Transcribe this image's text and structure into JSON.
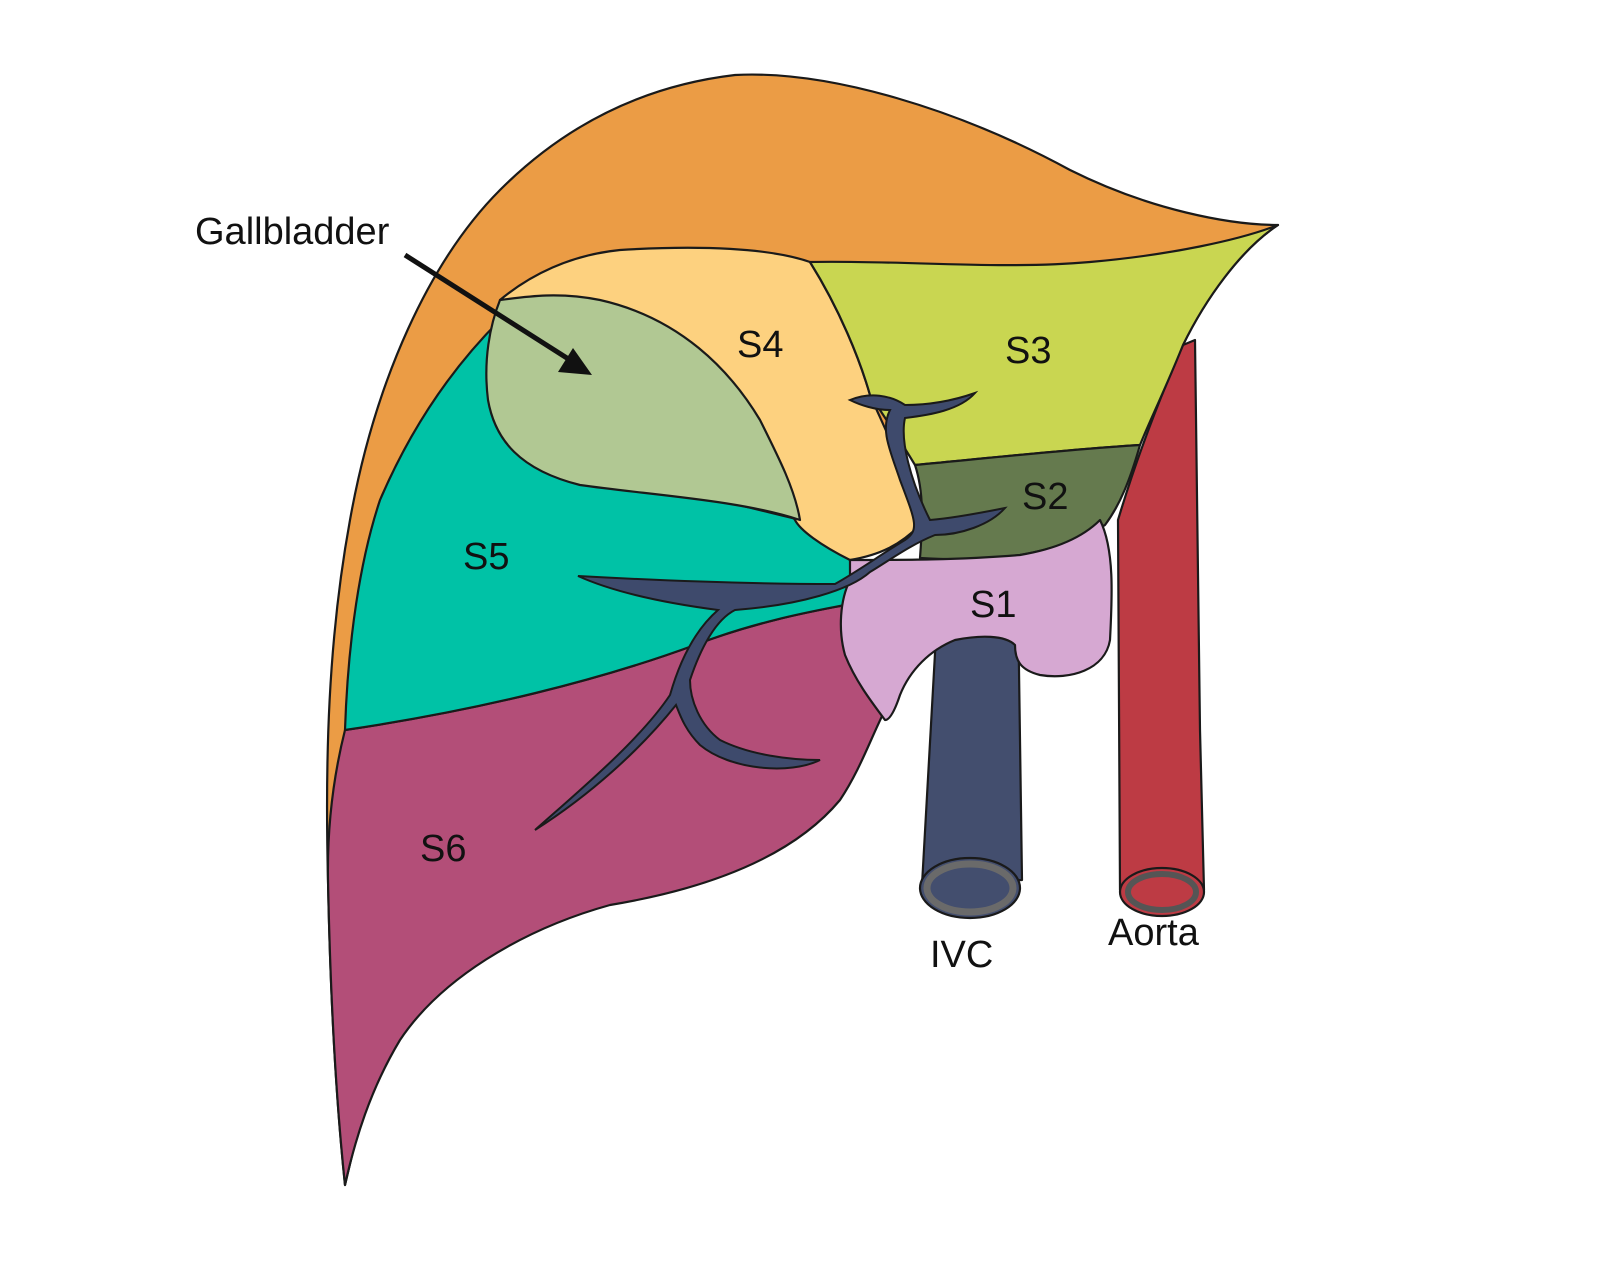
{
  "labels": {
    "gallbladder": "Gallbladder",
    "s1": "S1",
    "s2": "S2",
    "s3": "S3",
    "s4": "S4",
    "s5": "S5",
    "s6": "S6",
    "ivc": "IVC",
    "aorta": "Aorta"
  },
  "colors": {
    "outer_liver": "#EB9C45",
    "s1": "#D6A8D2",
    "s2": "#657A4E",
    "s3": "#C9D651",
    "s4": "#FDD17F",
    "s5": "#00C2A6",
    "s6": "#B34E78",
    "gallbladder": "#B1C893",
    "ivc": "#434E6E",
    "aorta": "#BD3B44",
    "portal_vein": "#3E4A6C",
    "outline": "#1a1a1a"
  }
}
